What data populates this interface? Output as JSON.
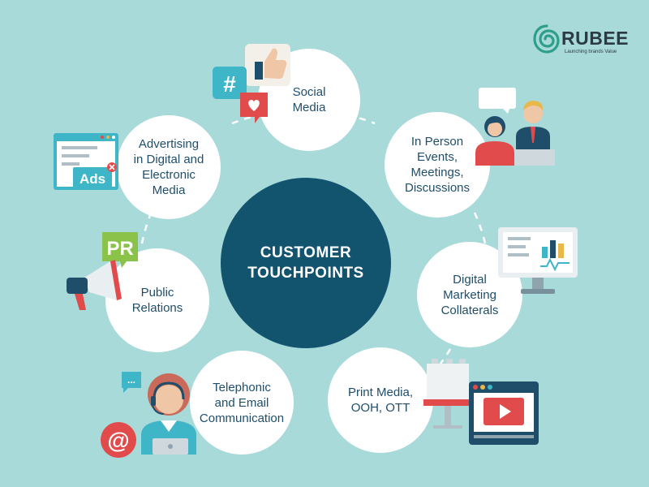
{
  "brand": {
    "name": "RUBEE",
    "tagline": "Launching brands Value"
  },
  "center": {
    "label": "CUSTOMER\nTOUCHPOINTS"
  },
  "touchpoints": [
    {
      "label": "Social\nMedia",
      "icon": "social-media-icon"
    },
    {
      "label": "In Person\nEvents,\nMeetings,\nDiscussions",
      "icon": "meeting-people-icon"
    },
    {
      "label": "Digital\nMarketing\nCollaterals",
      "icon": "monitor-chart-icon"
    },
    {
      "label": "Print Media,\nOOH, OTT",
      "icon": "billboard-video-icon"
    },
    {
      "label": "Telephonic\nand Email\nCommunication",
      "icon": "support-agent-icon"
    },
    {
      "label": "Public\nRelations",
      "icon": "megaphone-pr-icon"
    },
    {
      "label": "Advertising\nin Digital and\nElectronic\nMedia",
      "icon": "ads-browser-icon"
    }
  ],
  "icon_texts": {
    "hashtag": "#",
    "pr": "PR",
    "ads": "Ads",
    "at": "@",
    "chat": "..."
  },
  "colors": {
    "background": "#a9dada",
    "center": "#12536e",
    "node": "#ffffff",
    "text": "#1f4e6a",
    "accent": "#e24b4b"
  }
}
